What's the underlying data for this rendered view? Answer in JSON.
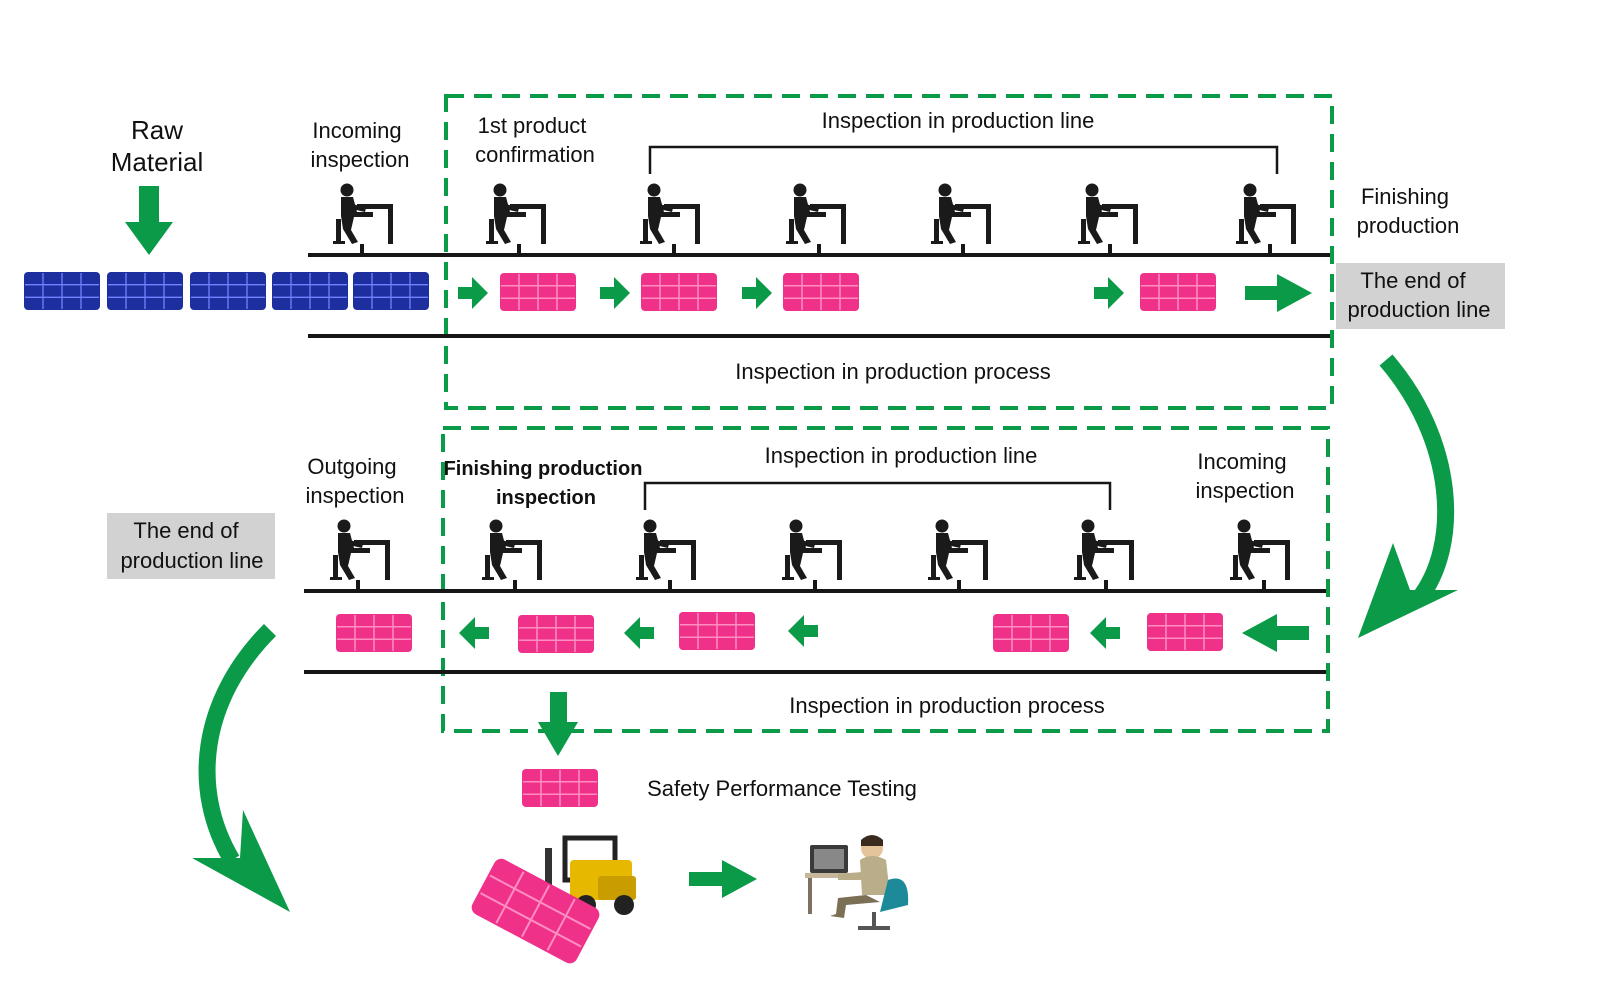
{
  "labels": {
    "raw_material": [
      "Raw",
      "Material"
    ],
    "incoming_inspection_top": [
      "Incoming",
      "inspection"
    ],
    "first_product_confirmation": [
      "1st product",
      "confirmation"
    ],
    "inspection_line_top": "Inspection in production line",
    "finishing_production_top": [
      "Finishing",
      "production"
    ],
    "end_line_top": [
      "The end of",
      "production line"
    ],
    "inspection_process_top": "Inspection in production process",
    "outgoing_inspection": [
      "Outgoing",
      "inspection"
    ],
    "finishing_production_inspection": [
      "Finishing production",
      "inspection"
    ],
    "inspection_line_bottom": "Inspection in production line",
    "incoming_inspection_bottom": [
      "Incoming",
      "inspection"
    ],
    "end_line_bottom": [
      "The end of",
      "production line"
    ],
    "inspection_process_bottom": "Inspection in production process",
    "safety_testing": "Safety Performance Testing"
  },
  "colors": {
    "green": "#0a9a48",
    "magenta": "#f0318a",
    "magenta_grid": "#ff8fc3",
    "navy": "#1d2f9e",
    "navy_grid": "#6f82ff",
    "dark": "#161616",
    "gray_box": "#d2d2d2"
  },
  "icons": {
    "worker": "worker-at-bench-icon",
    "forklift": "forklift-icon",
    "computer_user": "person-at-computer-icon",
    "solar_panel": "solar-panel-icon"
  }
}
